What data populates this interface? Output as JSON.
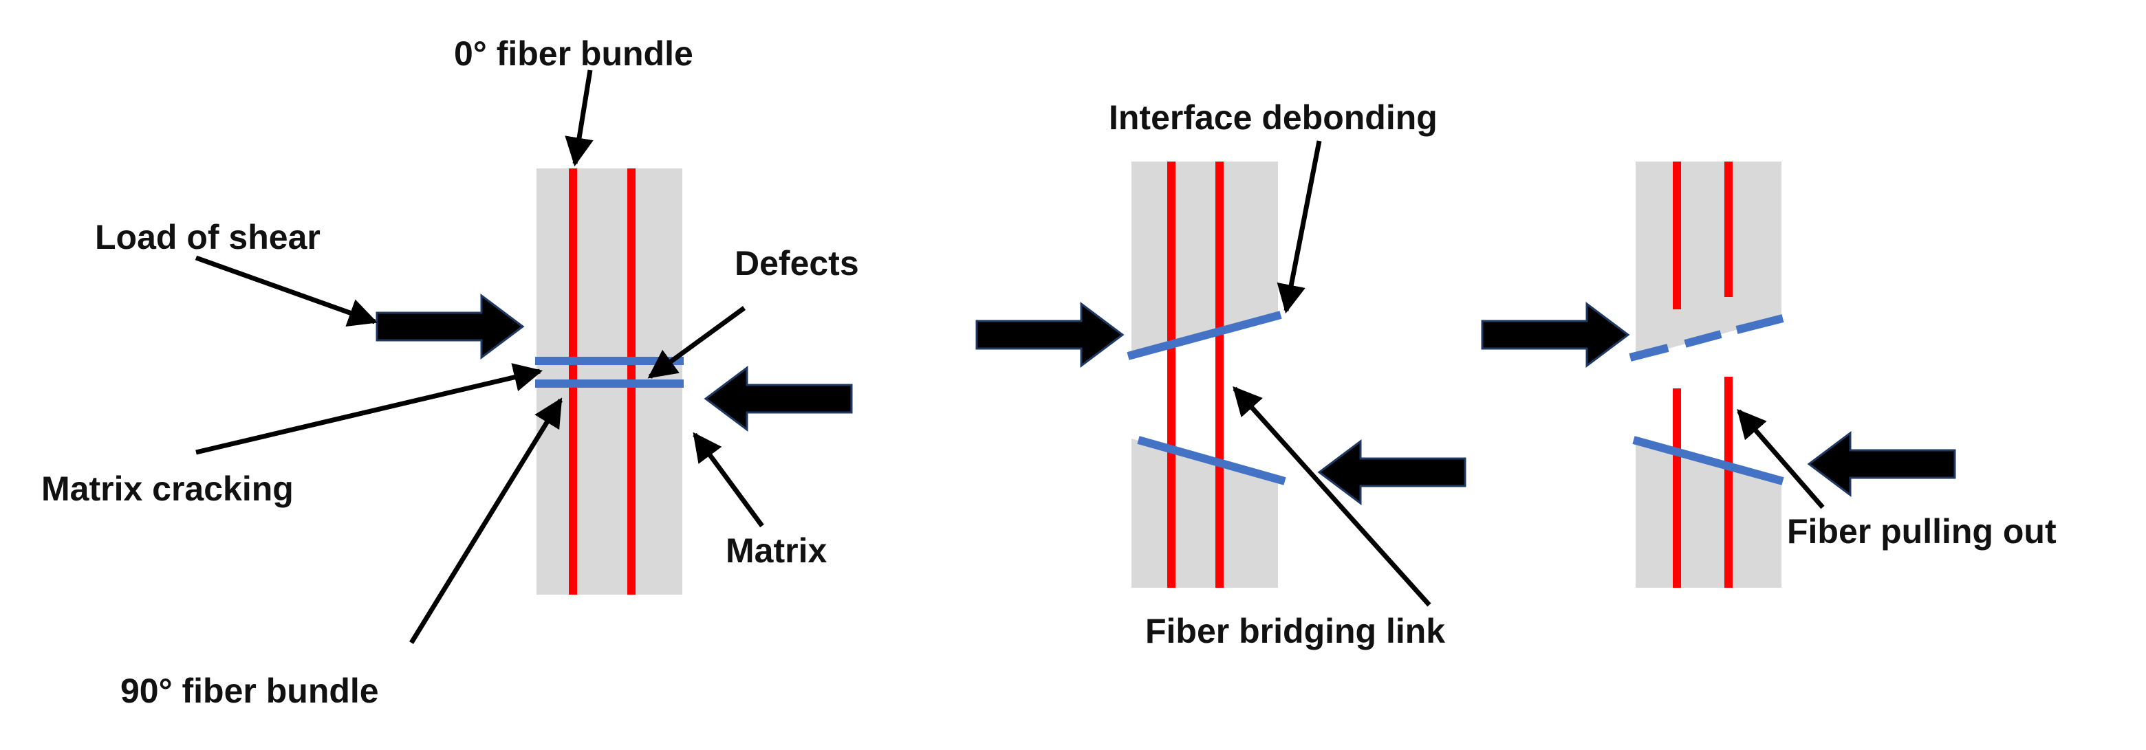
{
  "colors": {
    "matrix": "#d9d9d9",
    "fiber_0deg": "#ff0000",
    "fiber_90deg": "#4472c4",
    "arrow": "#000000",
    "load_arrow_fill": "#000000",
    "load_arrow_outline": "#1f3864"
  },
  "labels": {
    "fiber_0deg_bundle": "0° fiber bundle",
    "load_of_shear": "Load of shear",
    "defects": "Defects",
    "matrix_cracking": "Matrix cracking",
    "matrix": "Matrix",
    "fiber_90deg_bundle": "90° fiber bundle",
    "interface_debonding": "Interface debonding",
    "fiber_bridging_link": "Fiber bridging link",
    "fiber_pulling_out": "Fiber pulling out"
  }
}
